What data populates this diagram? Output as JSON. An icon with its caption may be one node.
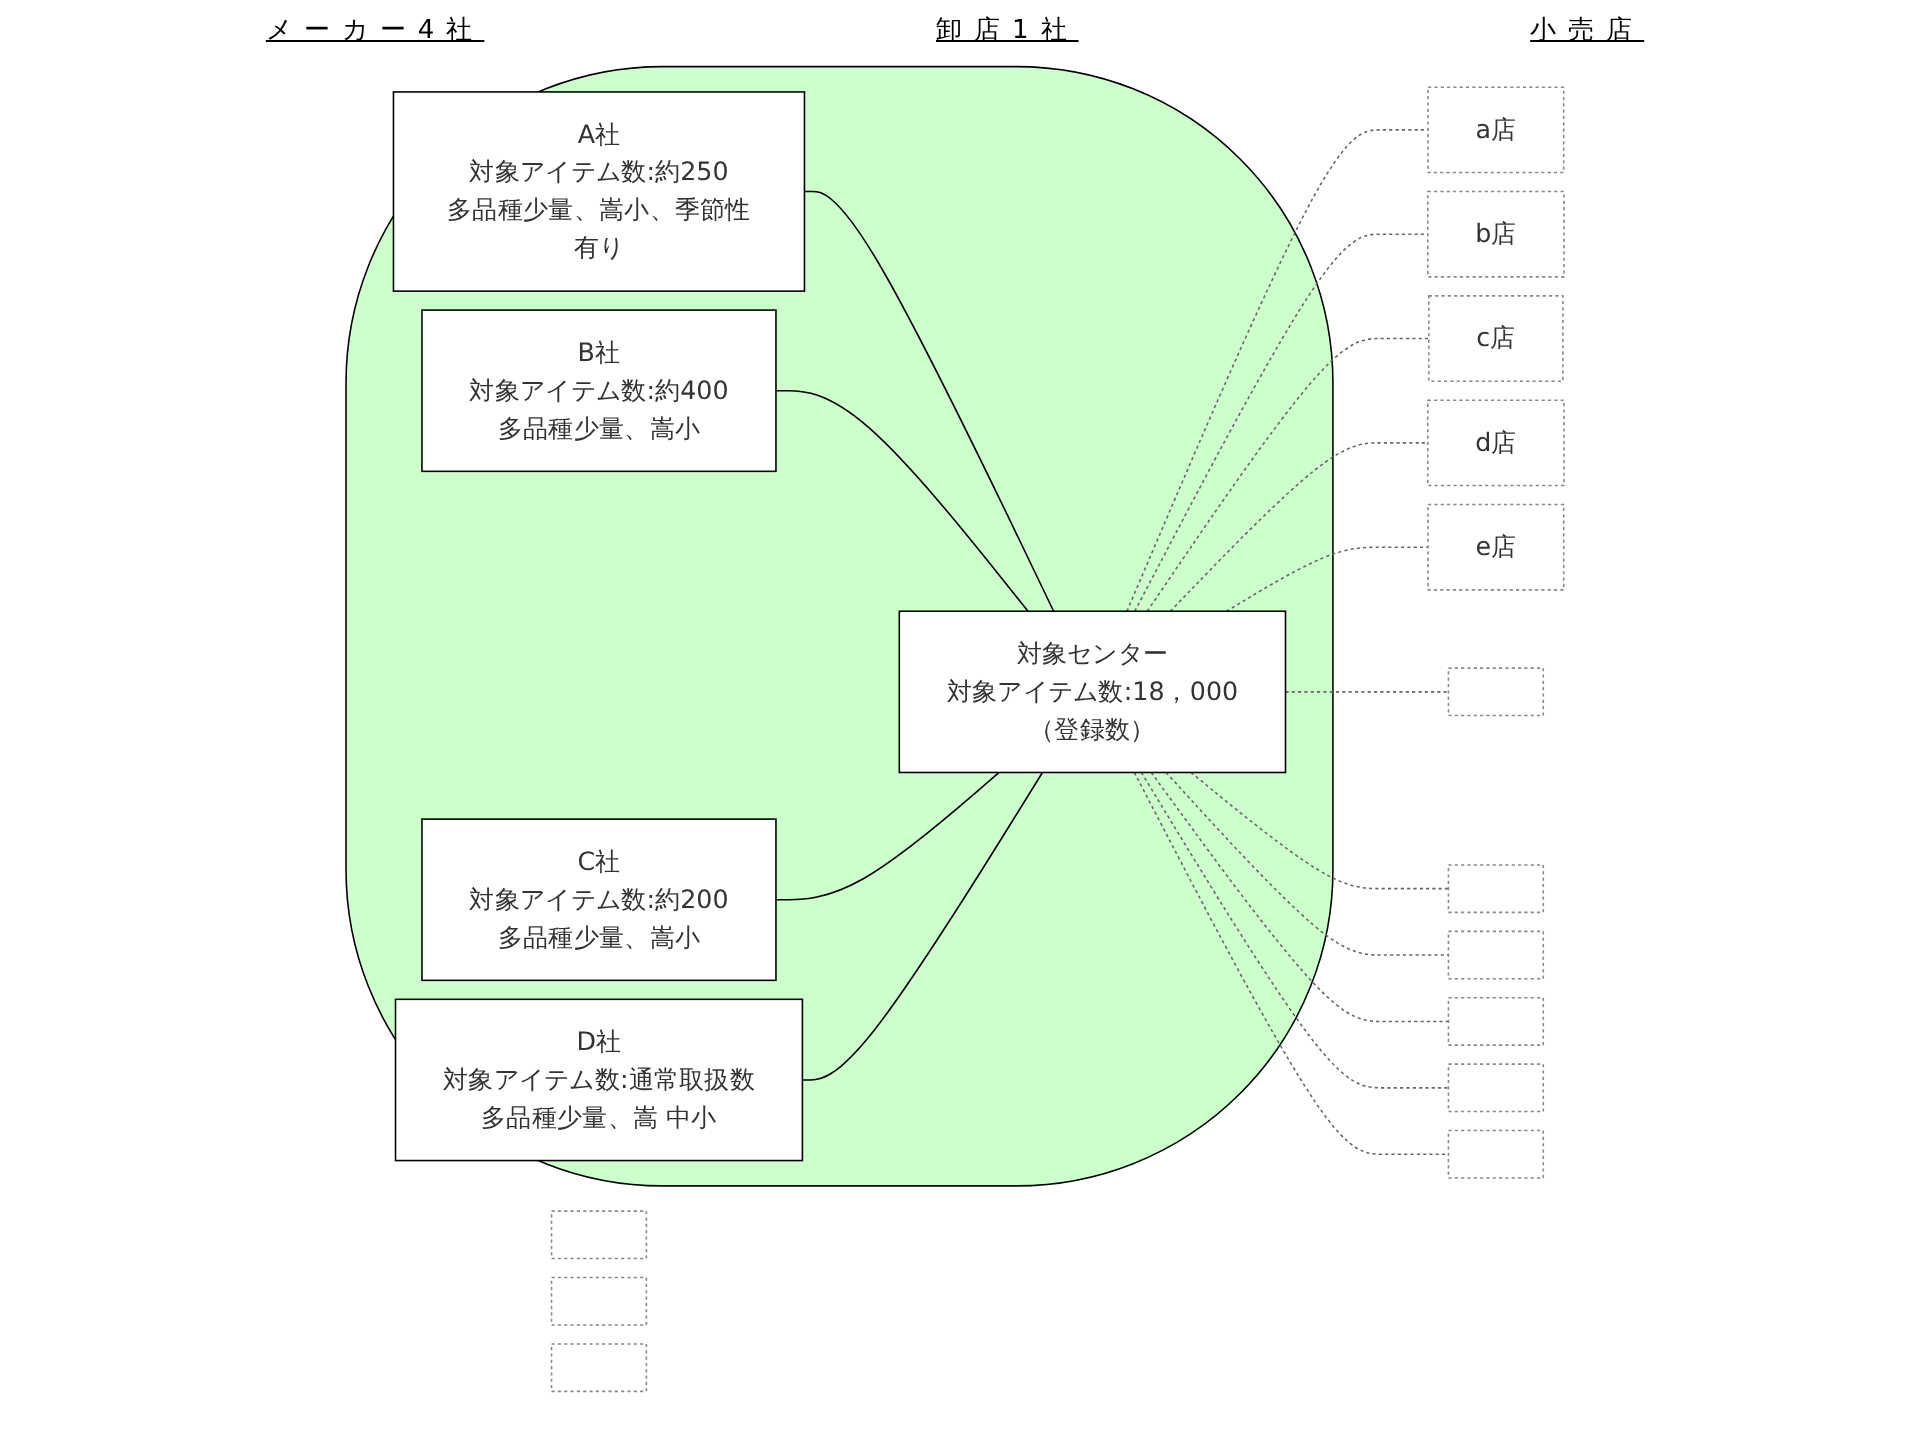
{
  "diagram": {
    "nodes": [
      {
        "text": [],
        "shape": "ellipse"
      },
      {
        "text": [
          "A社",
          "対象アイテム数:約250",
          "多品種少量、嵩小、季節性有り"
        ],
        "in": 0
      },
      {
        "text": [
          "B社",
          "対象アイテム数:約400",
          "多品種少量、嵩小"
        ],
        "in": 0
      },
      {
        "text": [
          "C社",
          "対象アイテム数:約200",
          "多品種少量、嵩小"
        ],
        "in": 0
      },
      {
        "text": [
          "D社",
          "対象アイテム数:通常取扱数",
          "多品種少量、嵩 中小"
        ],
        "in": 0
      },
      {
        "text": [
          "対象センター",
          "対象アイテム数:18，000",
          "（登録数）"
        ],
        "in": 0
      },
      {
        "text": [
          "a店"
        ]
      },
      {
        "text": [
          "b店"
        ]
      },
      {
        "text": [
          "c店"
        ]
      },
      {
        "text": [
          "d店"
        ]
      },
      {
        "text": [
          "e店"
        ]
      },
      {
        "text": [],
        "shape": "box"
      },
      {
        "text": [],
        "shape": "box"
      },
      {
        "text": [],
        "shape": "box"
      },
      {
        "text": [],
        "shape": "box"
      },
      {
        "text": [],
        "shape": "box"
      },
      {
        "text": [],
        "shape": "box"
      },
      {
        "text": [],
        "shape": "box"
      },
      {
        "text": [],
        "shape": "box"
      },
      {
        "text": [],
        "shape": "box"
      }
    ],
    "edges": [
      {
        "from": 1,
        "to": 5,
        "arrow": "none",
        "color": "#000000"
      },
      {
        "from": 2,
        "to": 5,
        "arrow": "none",
        "color": "#000000"
      },
      {
        "from": 3,
        "to": 5,
        "arrow": "none",
        "color": "#000000"
      },
      {
        "from": 4,
        "to": 5,
        "arrow": "none",
        "color": "#000000"
      },
      {
        "from": 5,
        "to": 6,
        "arrow": "none",
        "style": "dashed"
      },
      {
        "from": 5,
        "to": 7,
        "arrow": "none",
        "style": "dashed"
      },
      {
        "from": 5,
        "to": 8,
        "arrow": "none",
        "style": "dashed"
      },
      {
        "from": 5,
        "to": 9,
        "arrow": "none",
        "style": "dashed"
      },
      {
        "from": 5,
        "to": 10,
        "arrow": "none",
        "style": "dashed"
      },
      {
        "from": 5,
        "to": 11,
        "arrow": "none",
        "style": "dashed"
      },
      {
        "from": 5,
        "to": 12,
        "arrow": "none",
        "style": "dashed"
      },
      {
        "from": 5,
        "to": 13,
        "arrow": "none",
        "style": "dashed"
      },
      {
        "from": 5,
        "to": 14,
        "arrow": "none",
        "style": "dashed"
      },
      {
        "from": 5,
        "to": 15,
        "arrow": "none",
        "style": "dashed"
      },
      {
        "from": 5,
        "to": 16,
        "arrow": "none",
        "style": "dashed"
      }
    ],
    "labels": [
      "メーカー4社",
      "卸店1社",
      "小売店"
    ]
  }
}
